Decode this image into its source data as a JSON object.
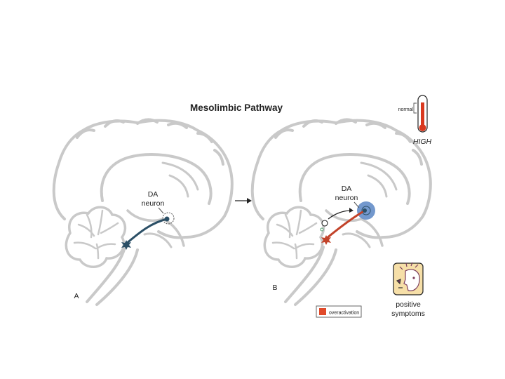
{
  "title": "Mesolimbic Pathway",
  "panel_a": {
    "letter": "A",
    "neuron_label_line1": "DA",
    "neuron_label_line2": "neuron"
  },
  "panel_b": {
    "letter": "B",
    "neuron_label_line1": "DA",
    "neuron_label_line2": "neuron"
  },
  "thermometer": {
    "normal_label": "normal",
    "level_label": "HIGH"
  },
  "legend": {
    "swatch_color": "#e04a2a",
    "label": "overactivation"
  },
  "symptoms": {
    "line1": "positive",
    "line2": "symptoms"
  },
  "colors": {
    "outline": "#c9c9c9",
    "neuron_normal": "#2b4f66",
    "neuron_overactive": "#c2432a",
    "target_glow": "#5a86c4",
    "thermometer_red": "#d9381e",
    "icon_bg": "#f6dfa8"
  }
}
